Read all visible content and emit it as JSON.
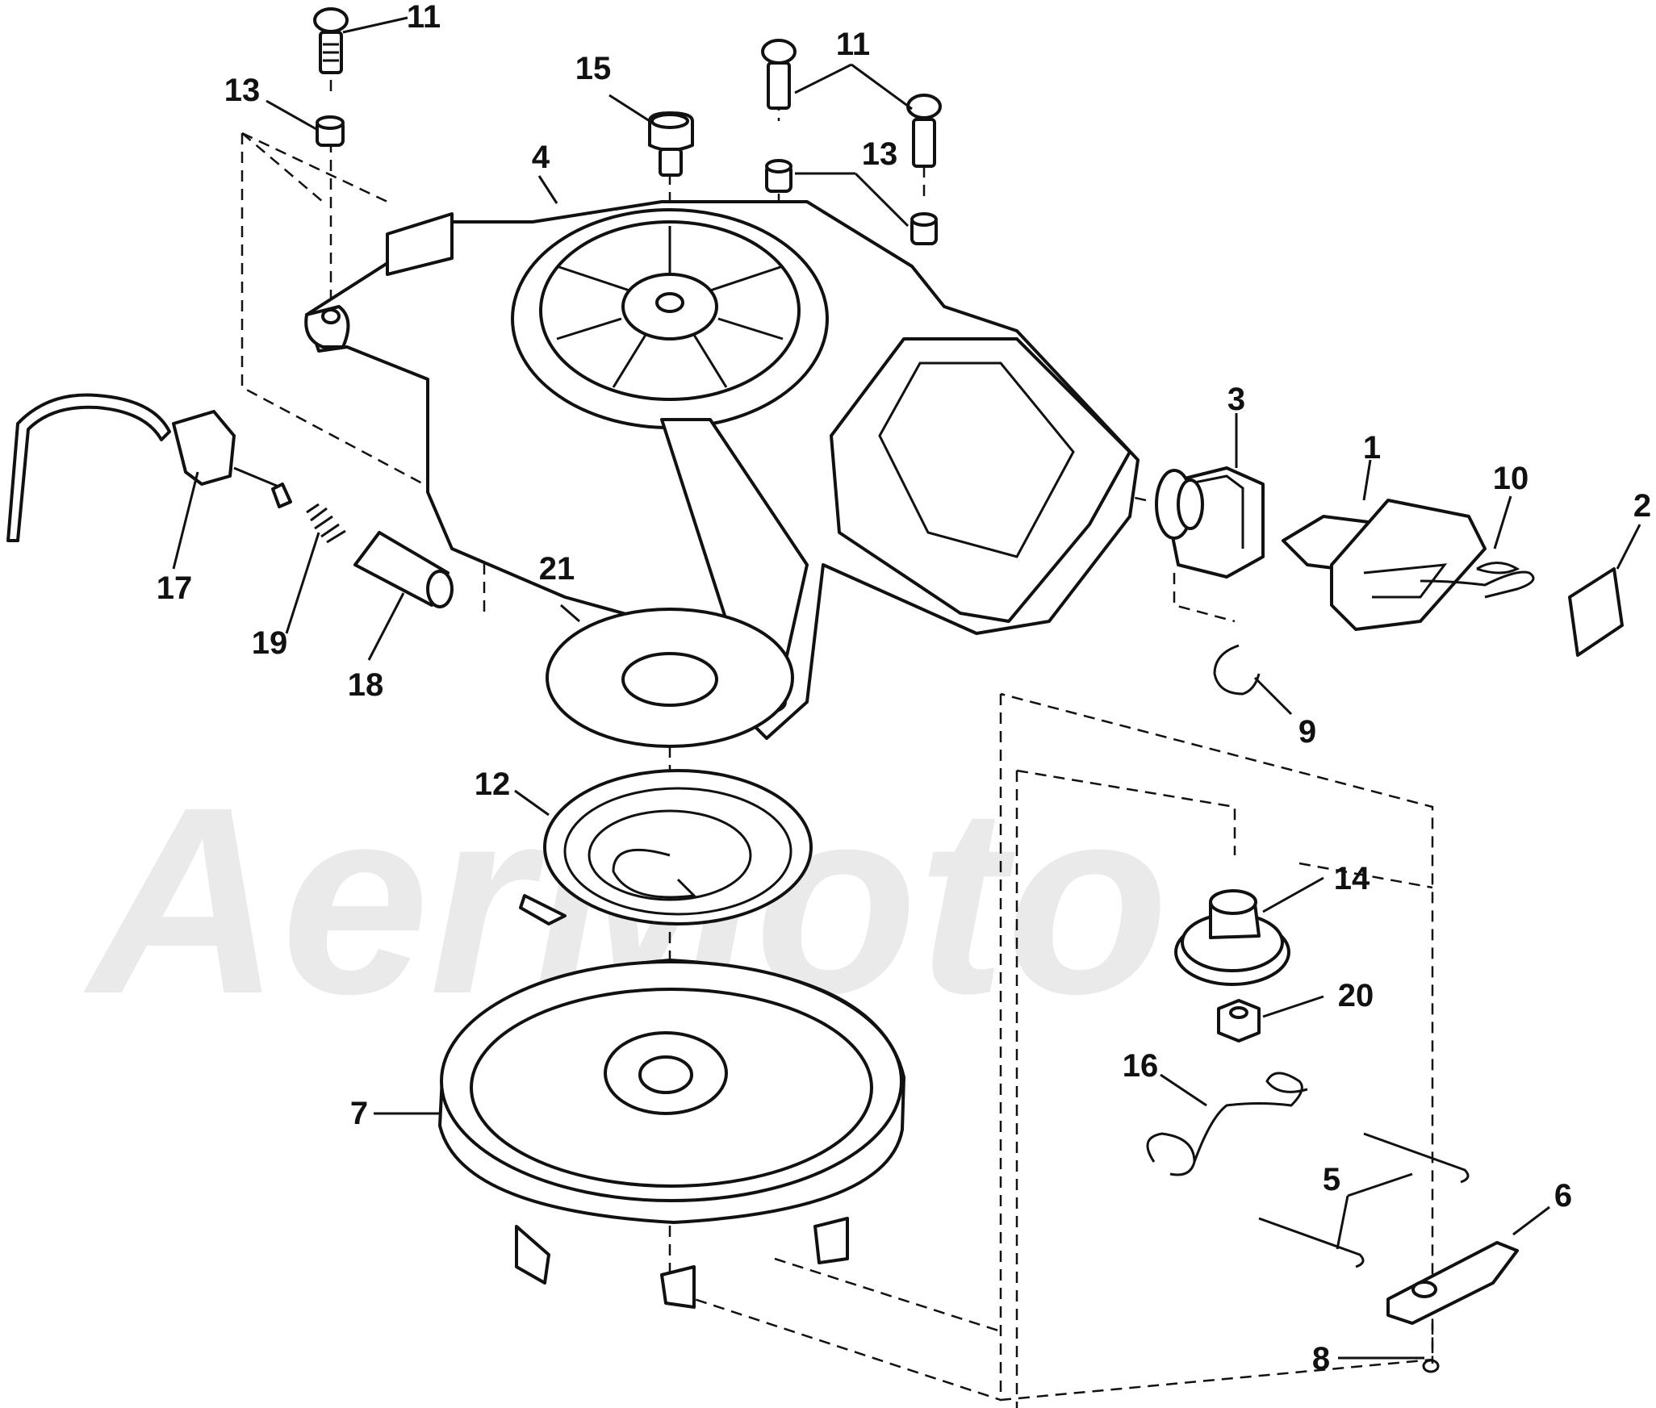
{
  "watermark": {
    "text": "AerMoto"
  },
  "callouts": [
    {
      "id": "c11a",
      "text": "11"
    },
    {
      "id": "c13a",
      "text": "13"
    },
    {
      "id": "c15",
      "text": "15"
    },
    {
      "id": "c4",
      "text": "4"
    },
    {
      "id": "c11b",
      "text": "11"
    },
    {
      "id": "c13b",
      "text": "13"
    },
    {
      "id": "c3",
      "text": "3"
    },
    {
      "id": "c1",
      "text": "1"
    },
    {
      "id": "c10",
      "text": "10"
    },
    {
      "id": "c2",
      "text": "2"
    },
    {
      "id": "c17",
      "text": "17"
    },
    {
      "id": "c19",
      "text": "19"
    },
    {
      "id": "c18",
      "text": "18"
    },
    {
      "id": "c21",
      "text": "21"
    },
    {
      "id": "c9",
      "text": "9"
    },
    {
      "id": "c12",
      "text": "12"
    },
    {
      "id": "c14",
      "text": "14"
    },
    {
      "id": "c20",
      "text": "20"
    },
    {
      "id": "c16",
      "text": "16"
    },
    {
      "id": "c7",
      "text": "7"
    },
    {
      "id": "c5",
      "text": "5"
    },
    {
      "id": "c6",
      "text": "6"
    },
    {
      "id": "c8",
      "text": "8"
    }
  ]
}
